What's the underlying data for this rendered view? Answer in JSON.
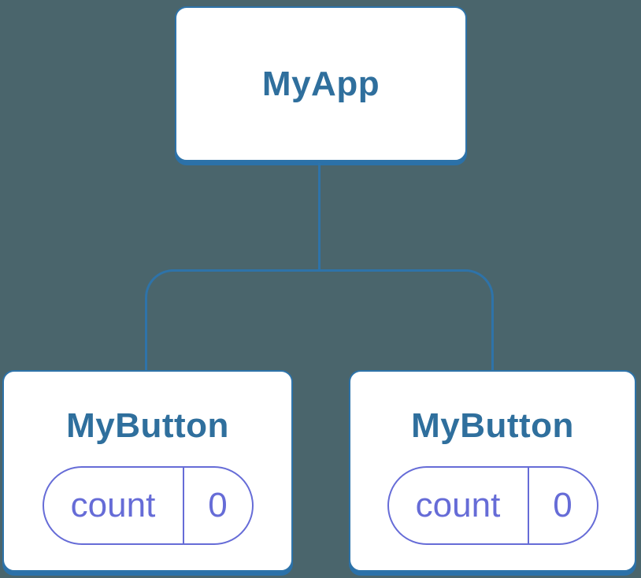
{
  "colors": {
    "bg": "#4A656C",
    "blue": "#2E73A9",
    "blue-shadow": "#2B71A9",
    "title": "#2F6F9D",
    "purple": "#666CD7",
    "node-bg": "#FFFFFF"
  },
  "tree": {
    "root": {
      "label": "MyApp"
    },
    "children": [
      {
        "label": "MyButton",
        "state": {
          "name": "count",
          "value": "0"
        }
      },
      {
        "label": "MyButton",
        "state": {
          "name": "count",
          "value": "0"
        }
      }
    ]
  }
}
